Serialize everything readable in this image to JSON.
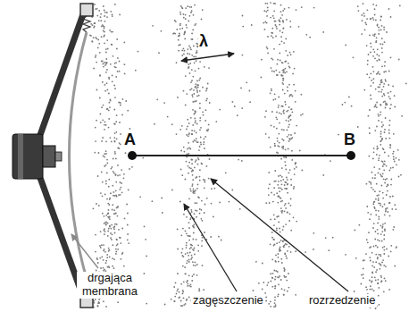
{
  "diagram": {
    "labels": [
      "λ",
      "A",
      "B",
      "drgająca membrana",
      "zagęszczenie",
      "rozrzedzenie"
    ]
  }
}
